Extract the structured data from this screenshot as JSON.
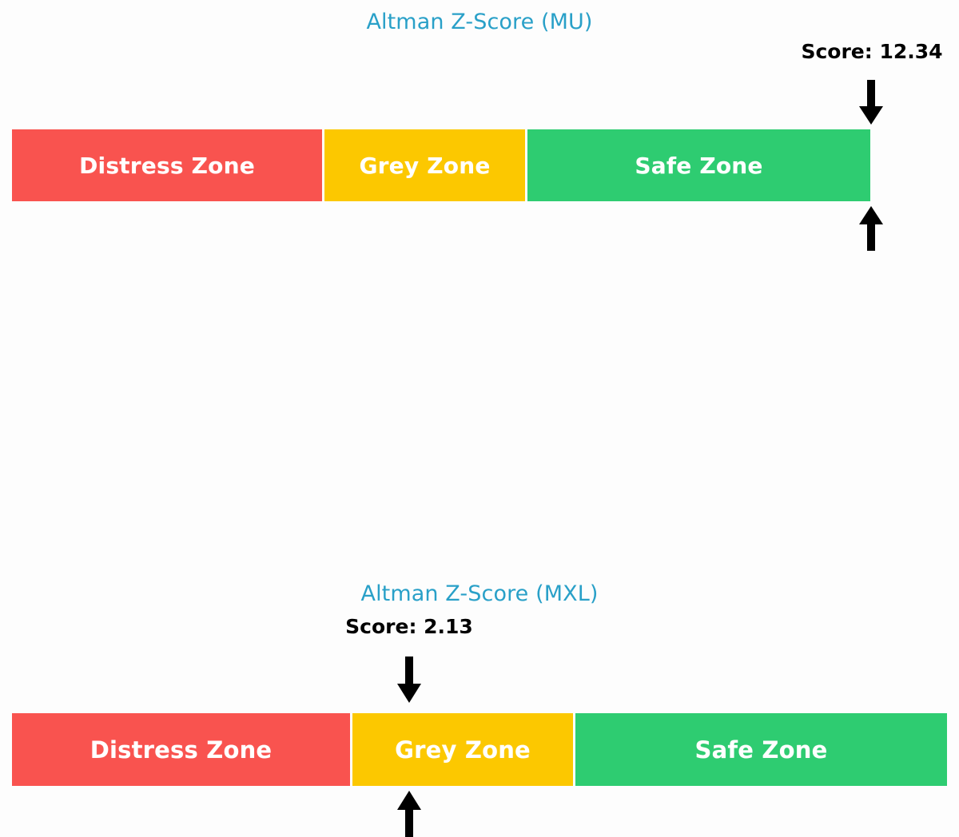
{
  "page": {
    "background_color": "#fdfdfd",
    "title_color": "#29a0c8",
    "score_color": "#000000",
    "zone_label_color": "#ffffff",
    "arrow_color": "#000000"
  },
  "chart_data": {
    "type": "bar",
    "title": "Altman Z-Score Zone Gauges",
    "charts": [
      {
        "id": "mu",
        "title": "Altman Z-Score (MU)",
        "score_label": "Score: 12.34",
        "score_value": 12.34,
        "marker_position_fraction": 1.0,
        "zones": [
          {
            "label": "Distress Zone",
            "color": "#f9534f",
            "width_fraction": 0.3613
          },
          {
            "label": "Grey Zone",
            "color": "#fcc800",
            "width_fraction": 0.2338
          },
          {
            "label": "Safe Zone",
            "color": "#2ecc71",
            "width_fraction": 0.4049
          }
        ]
      },
      {
        "id": "mxl",
        "title": "Altman Z-Score (MXL)",
        "score_label": "Score: 2.13",
        "score_value": 2.13,
        "marker_position_fraction": 0.4248,
        "zones": [
          {
            "label": "Distress Zone",
            "color": "#f9534f",
            "width_fraction": 0.3615
          },
          {
            "label": "Grey Zone",
            "color": "#fcc800",
            "width_fraction": 0.2359
          },
          {
            "label": "Safe Zone",
            "color": "#2ecc71",
            "width_fraction": 0.4026
          }
        ]
      }
    ],
    "legend": "none",
    "grid": false,
    "xlabel": "",
    "ylabel": ""
  },
  "icons": {
    "arrow_down": "arrow-down-icon",
    "arrow_up": "arrow-up-icon"
  }
}
